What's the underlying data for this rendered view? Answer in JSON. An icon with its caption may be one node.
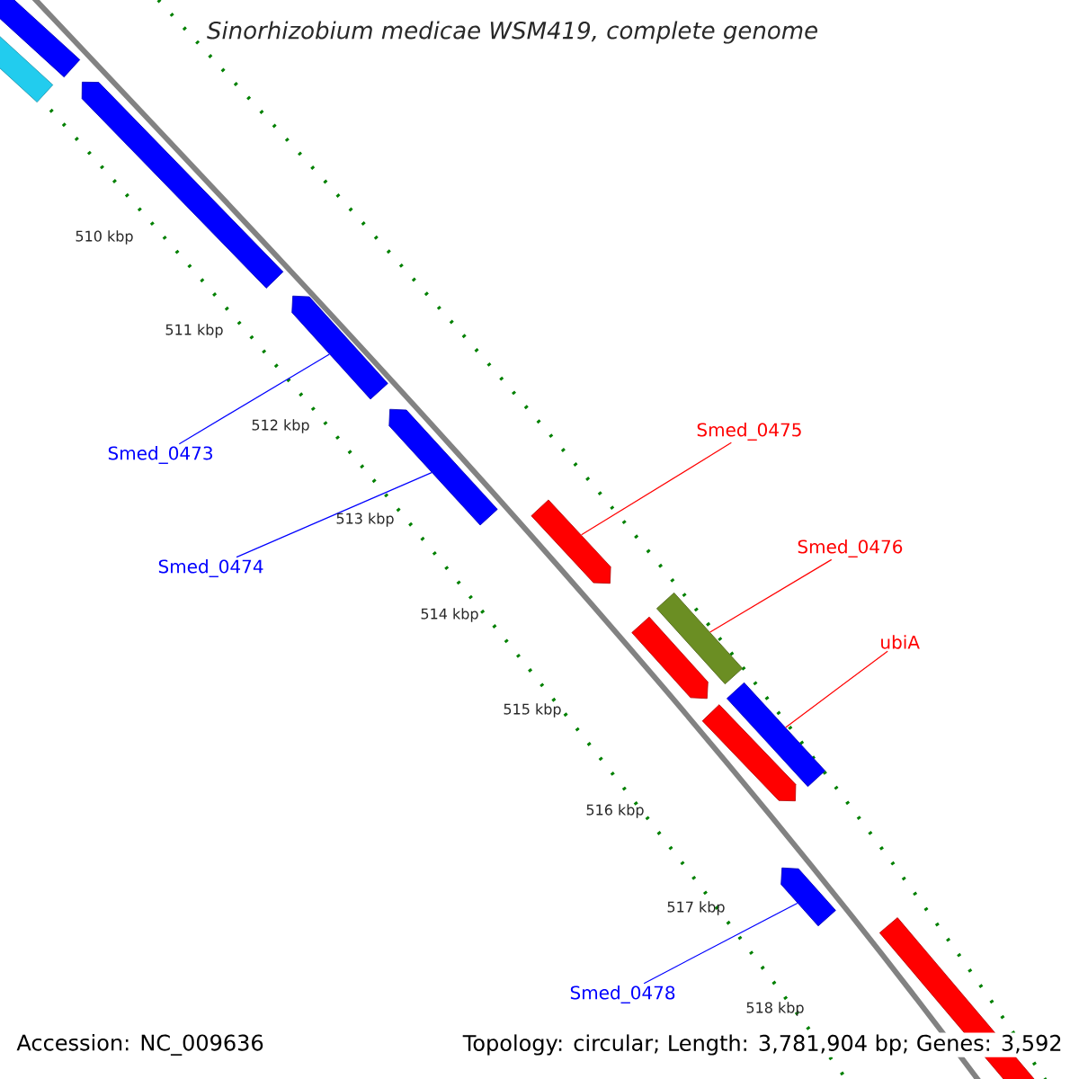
{
  "diagram": {
    "title": "Sinorhizobium medicae WSM419, complete genome",
    "nodes": [
      {
        "text": [],
        "shape": "bar"
      },
      {
        "text": [],
        "shape": "bar"
      },
      {
        "text": [],
        "shape": "bar"
      },
      {
        "text": [],
        "shape": "bar"
      },
      {
        "text": [
          "Smed_0475"
        ]
      },
      {
        "text": [],
        "shape": "bar"
      },
      {
        "text": [
          "Smed_0473"
        ]
      },
      {
        "text": [],
        "shape": "bar"
      },
      {
        "text": [
          "Smed_0476"
        ]
      },
      {
        "text": [
          "Smed_0474"
        ]
      },
      {
        "text": [],
        "shape": "bar"
      },
      {
        "text": [],
        "shape": "bar"
      },
      {
        "text": [
          "ubiA"
        ]
      },
      {
        "text": [],
        "shape": "bar"
      },
      {
        "text": [],
        "shape": "bar"
      },
      {
        "text": [],
        "shape": "bar"
      },
      {
        "text": [],
        "shape": "bar"
      },
      {
        "text": [
          "Smed_0478"
        ]
      }
    ],
    "edges": [
      {
        "from": 6,
        "to": 3,
        "arrow": "none",
        "color": "#0000ff"
      },
      {
        "from": 9,
        "to": 5,
        "arrow": "none",
        "color": "#0000ff"
      },
      {
        "from": 4,
        "to": 7,
        "arrow": "none",
        "color": "#ff0000"
      },
      {
        "from": 8,
        "to": 10,
        "arrow": "none",
        "color": "#ff0000"
      },
      {
        "from": 12,
        "to": 13,
        "arrow": "none",
        "color": "#ff0000"
      },
      {
        "from": 17,
        "to": 15,
        "arrow": "none",
        "color": "#0000ff"
      }
    ],
    "labels": [
      "510 kbp",
      "511 kbp",
      "512 kbp",
      "513 kbp",
      "514 kbp",
      "515 kbp",
      "516 kbp",
      "517 kbp",
      "518 kbp",
      "Accession: NC_009636",
      "Topology: circular; Length: 3,781,904 bp; Genes: 3,592"
    ]
  }
}
